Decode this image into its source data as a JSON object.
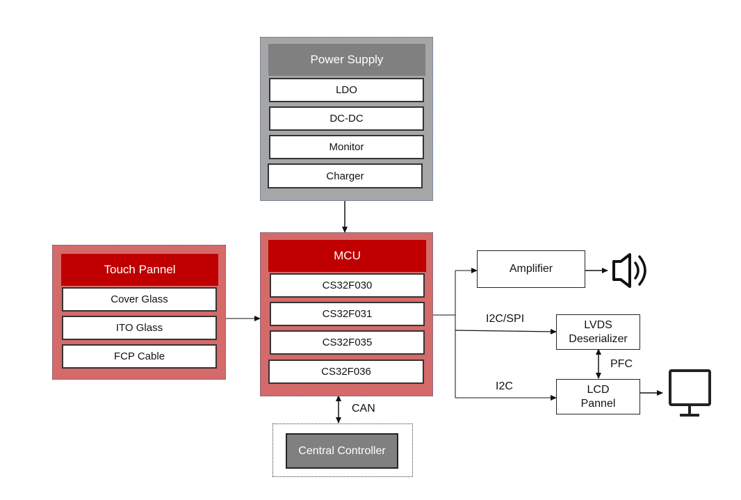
{
  "power_supply": {
    "title": "Power Supply",
    "items": [
      "LDO",
      "DC-DC",
      "Monitor",
      "Charger"
    ]
  },
  "mcu": {
    "title": "MCU",
    "items": [
      "CS32F030",
      "CS32F031",
      "CS32F035",
      "CS32F036"
    ]
  },
  "touch_panel": {
    "title": "Touch Pannel",
    "items": [
      "Cover Glass",
      "ITO Glass",
      "FCP Cable"
    ]
  },
  "central_controller": {
    "label": "Central Controller"
  },
  "amplifier": {
    "label": "Amplifier"
  },
  "lvds": {
    "label_line1": "LVDS",
    "label_line2": "Deserializer"
  },
  "lcd": {
    "label_line1": "LCD",
    "label_line2": "Pannel"
  },
  "bus_labels": {
    "can": "CAN",
    "i2c_spi": "I2C/SPI",
    "i2c": "I2C",
    "pfc": "PFC"
  },
  "icons": {
    "speaker": "speaker-icon",
    "monitor": "monitor-icon"
  },
  "colors": {
    "red": "#c00000",
    "red_group": "#d46a6a",
    "gray_header": "#808080",
    "gray_group": "#a6a6a6"
  }
}
